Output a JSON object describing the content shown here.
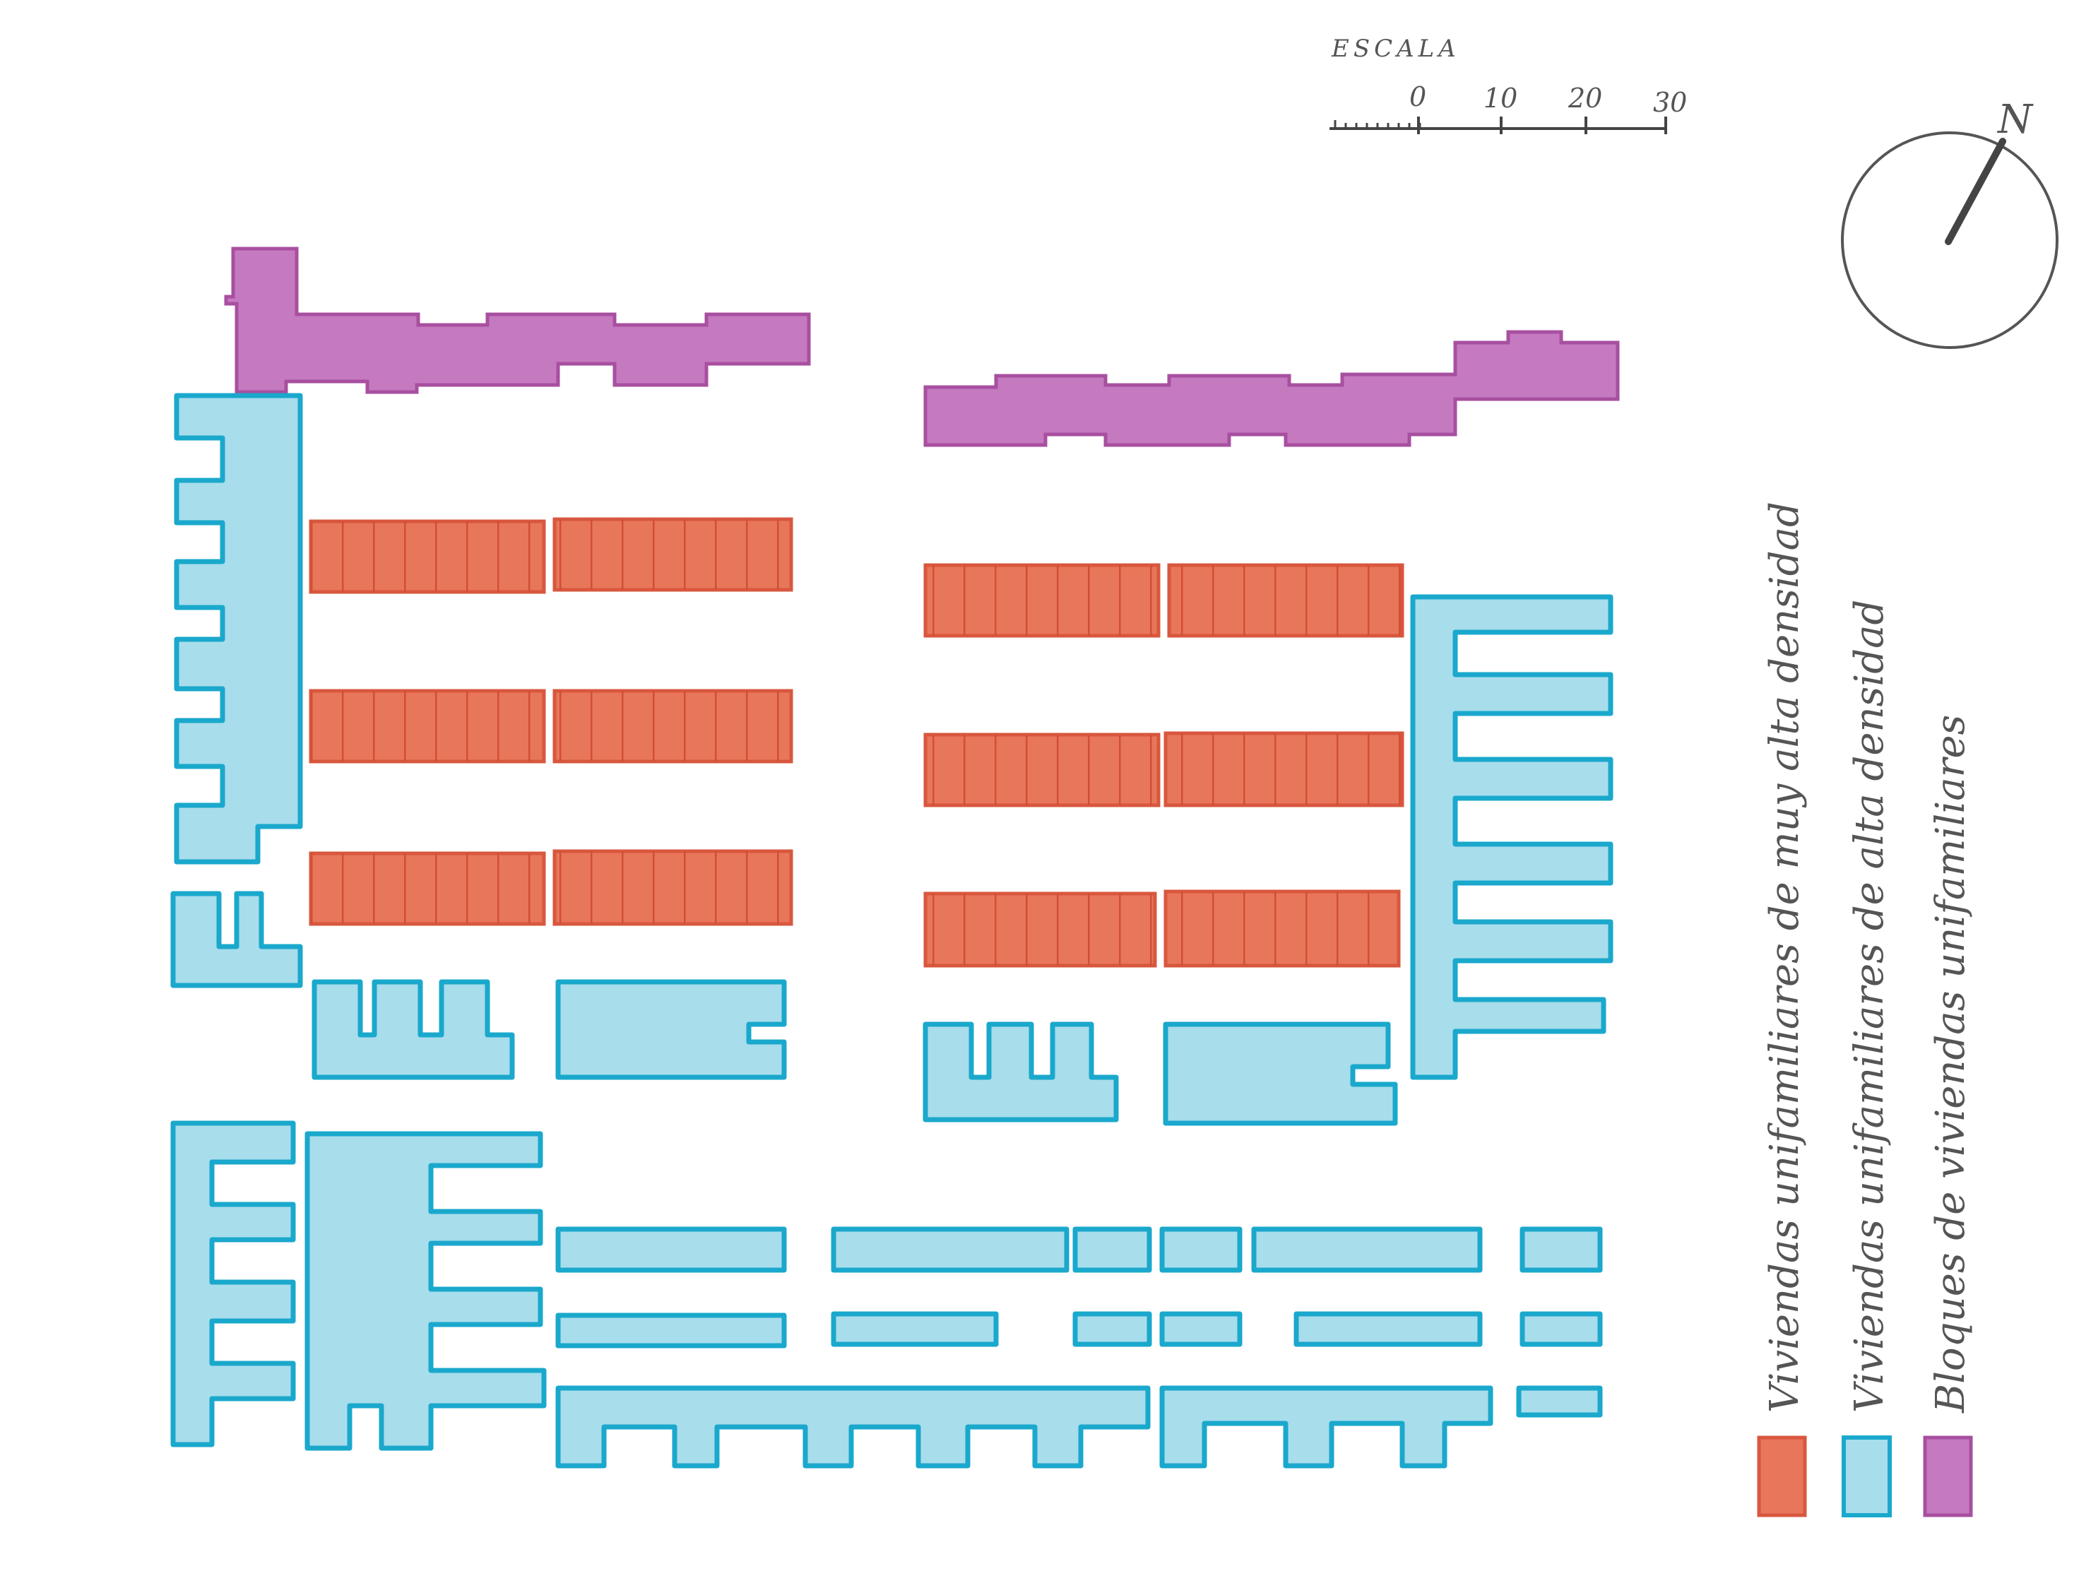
{
  "scale_bar": {
    "title": "ESCALA",
    "ticks": [
      "0",
      "10",
      "20",
      "30"
    ]
  },
  "north_arrow": {
    "label": "N",
    "icon": "north-arrow-icon"
  },
  "legend": {
    "items": [
      {
        "label": "Viviendas unifamiliares de muy alta densidad",
        "color": "#e8765a"
      },
      {
        "label": "Viviendas unifamiliares de alta densidad",
        "color": "#7fcde3"
      },
      {
        "label": "Bloques de viviendas unifamiliares",
        "color": "#c06ab8"
      }
    ]
  },
  "colors": {
    "very_high_fill": "#e8765a",
    "very_high_stroke": "#d8573e",
    "high_fill": "#a8ddec",
    "high_stroke": "#1aa8cc",
    "block_fill": "#c57ac0",
    "block_stroke": "#a84fa0"
  }
}
